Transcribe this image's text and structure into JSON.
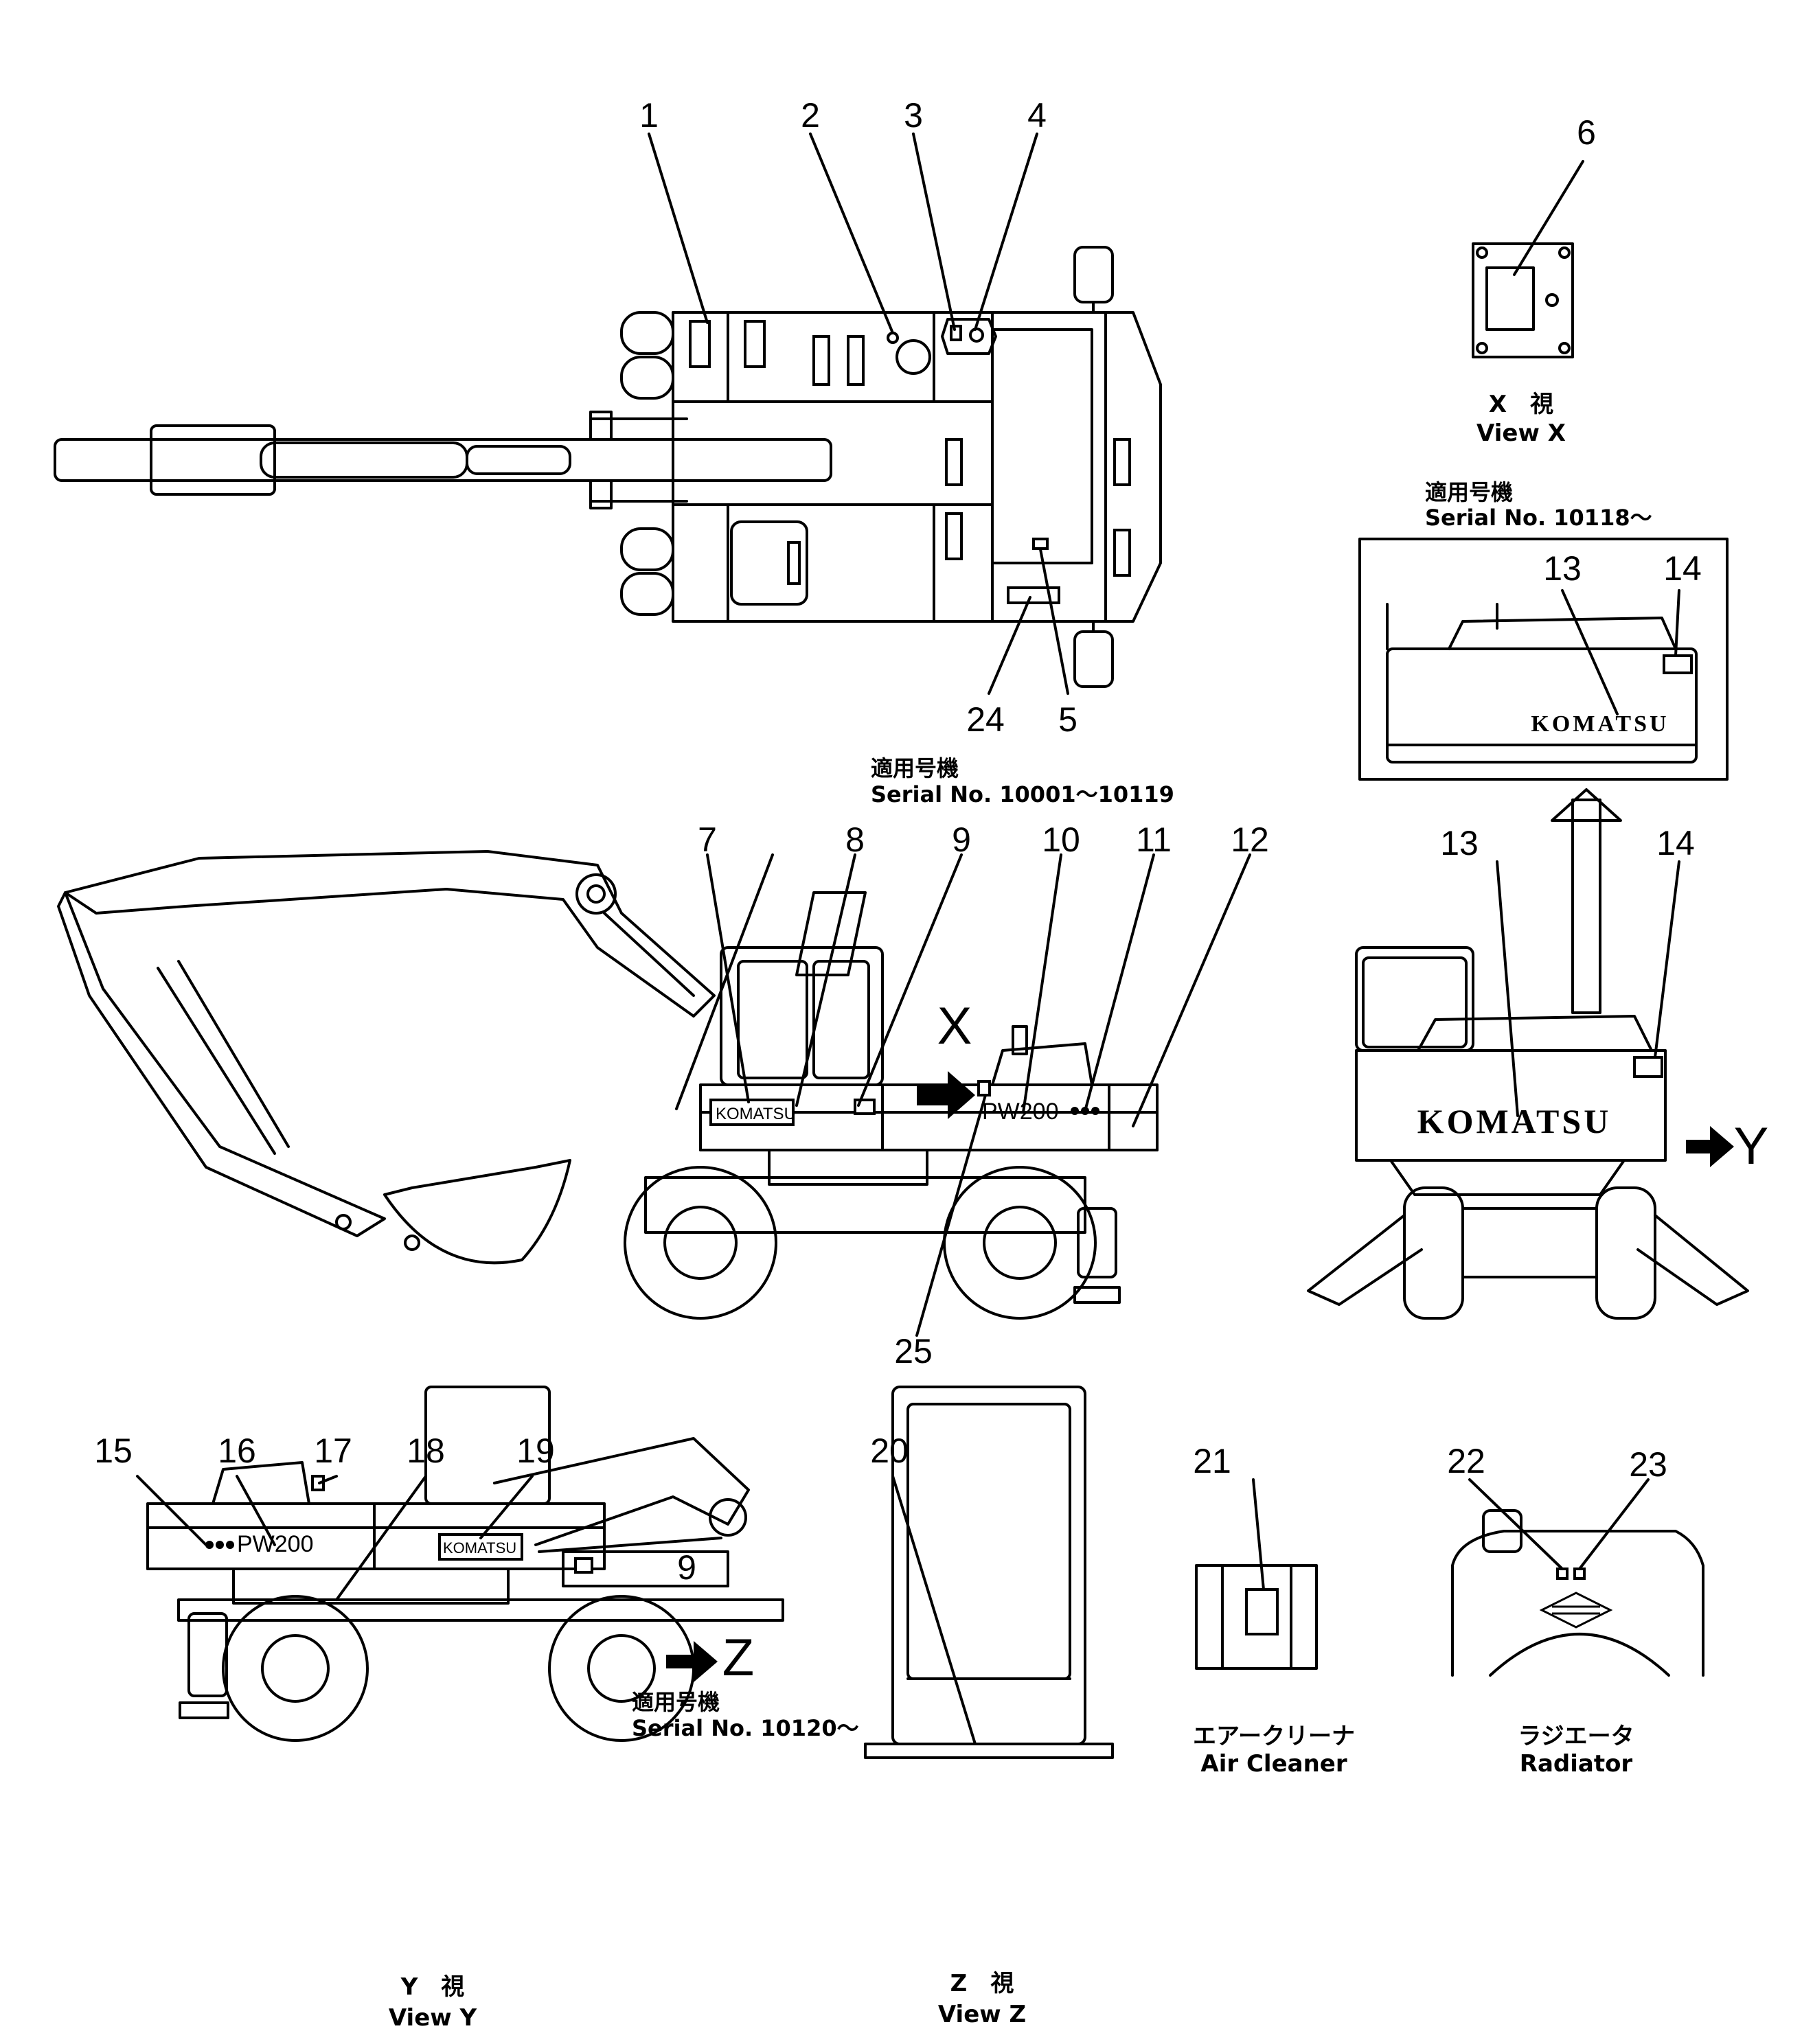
{
  "callouts": [
    "1",
    "2",
    "3",
    "4",
    "5",
    "6",
    "7",
    "8",
    "9",
    "10",
    "11",
    "12",
    "13",
    "14",
    "13",
    "14",
    "15",
    "16",
    "17",
    "18",
    "19",
    "20",
    "21",
    "22",
    "23",
    "24",
    "25",
    "9"
  ],
  "views": {
    "x": {
      "jp": "X　視",
      "en": "View  X"
    },
    "y": {
      "jp": "Y　視",
      "en": "View  Y"
    },
    "z": {
      "jp": "Z　視",
      "en": "View  Z"
    }
  },
  "serial_notes": [
    {
      "jp": "適用号機",
      "en": "Serial  No.  10118～"
    },
    {
      "jp": "適用号機",
      "en": "Serial  No.  10001～10119"
    },
    {
      "jp": "適用号機",
      "en": "Serial  No.  10120～"
    }
  ],
  "components": {
    "air_cleaner": {
      "jp": "エアークリーナ",
      "en": "Air  Cleaner"
    },
    "radiator": {
      "jp": "ラジエータ",
      "en": "Radiator"
    }
  },
  "arrow_letters": {
    "x": "X",
    "y": "Y",
    "z": "Z"
  },
  "decals": {
    "komatsu": "KOMATSU",
    "model": "PW200"
  }
}
